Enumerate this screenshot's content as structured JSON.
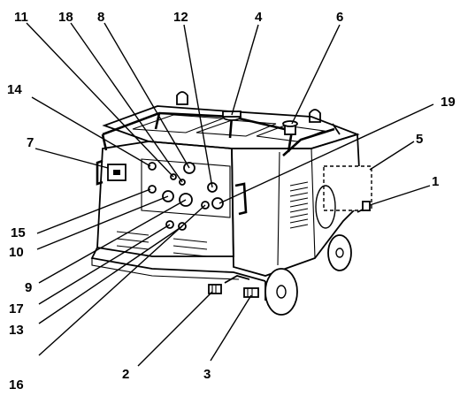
{
  "callouts": [
    {
      "id": "c11",
      "text": "11"
    },
    {
      "id": "c18",
      "text": "18"
    },
    {
      "id": "c8",
      "text": "8"
    },
    {
      "id": "c12",
      "text": "12"
    },
    {
      "id": "c4",
      "text": "4"
    },
    {
      "id": "c6",
      "text": "6"
    },
    {
      "id": "c14",
      "text": "14"
    },
    {
      "id": "c19",
      "text": "19"
    },
    {
      "id": "c5",
      "text": "5"
    },
    {
      "id": "c7",
      "text": "7"
    },
    {
      "id": "c1",
      "text": "1"
    },
    {
      "id": "c15",
      "text": "15"
    },
    {
      "id": "c10",
      "text": "10"
    },
    {
      "id": "c9",
      "text": "9"
    },
    {
      "id": "c17",
      "text": "17"
    },
    {
      "id": "c13",
      "text": "13"
    },
    {
      "id": "c16",
      "text": "16"
    },
    {
      "id": "c2",
      "text": "2"
    },
    {
      "id": "c3",
      "text": "3"
    }
  ]
}
